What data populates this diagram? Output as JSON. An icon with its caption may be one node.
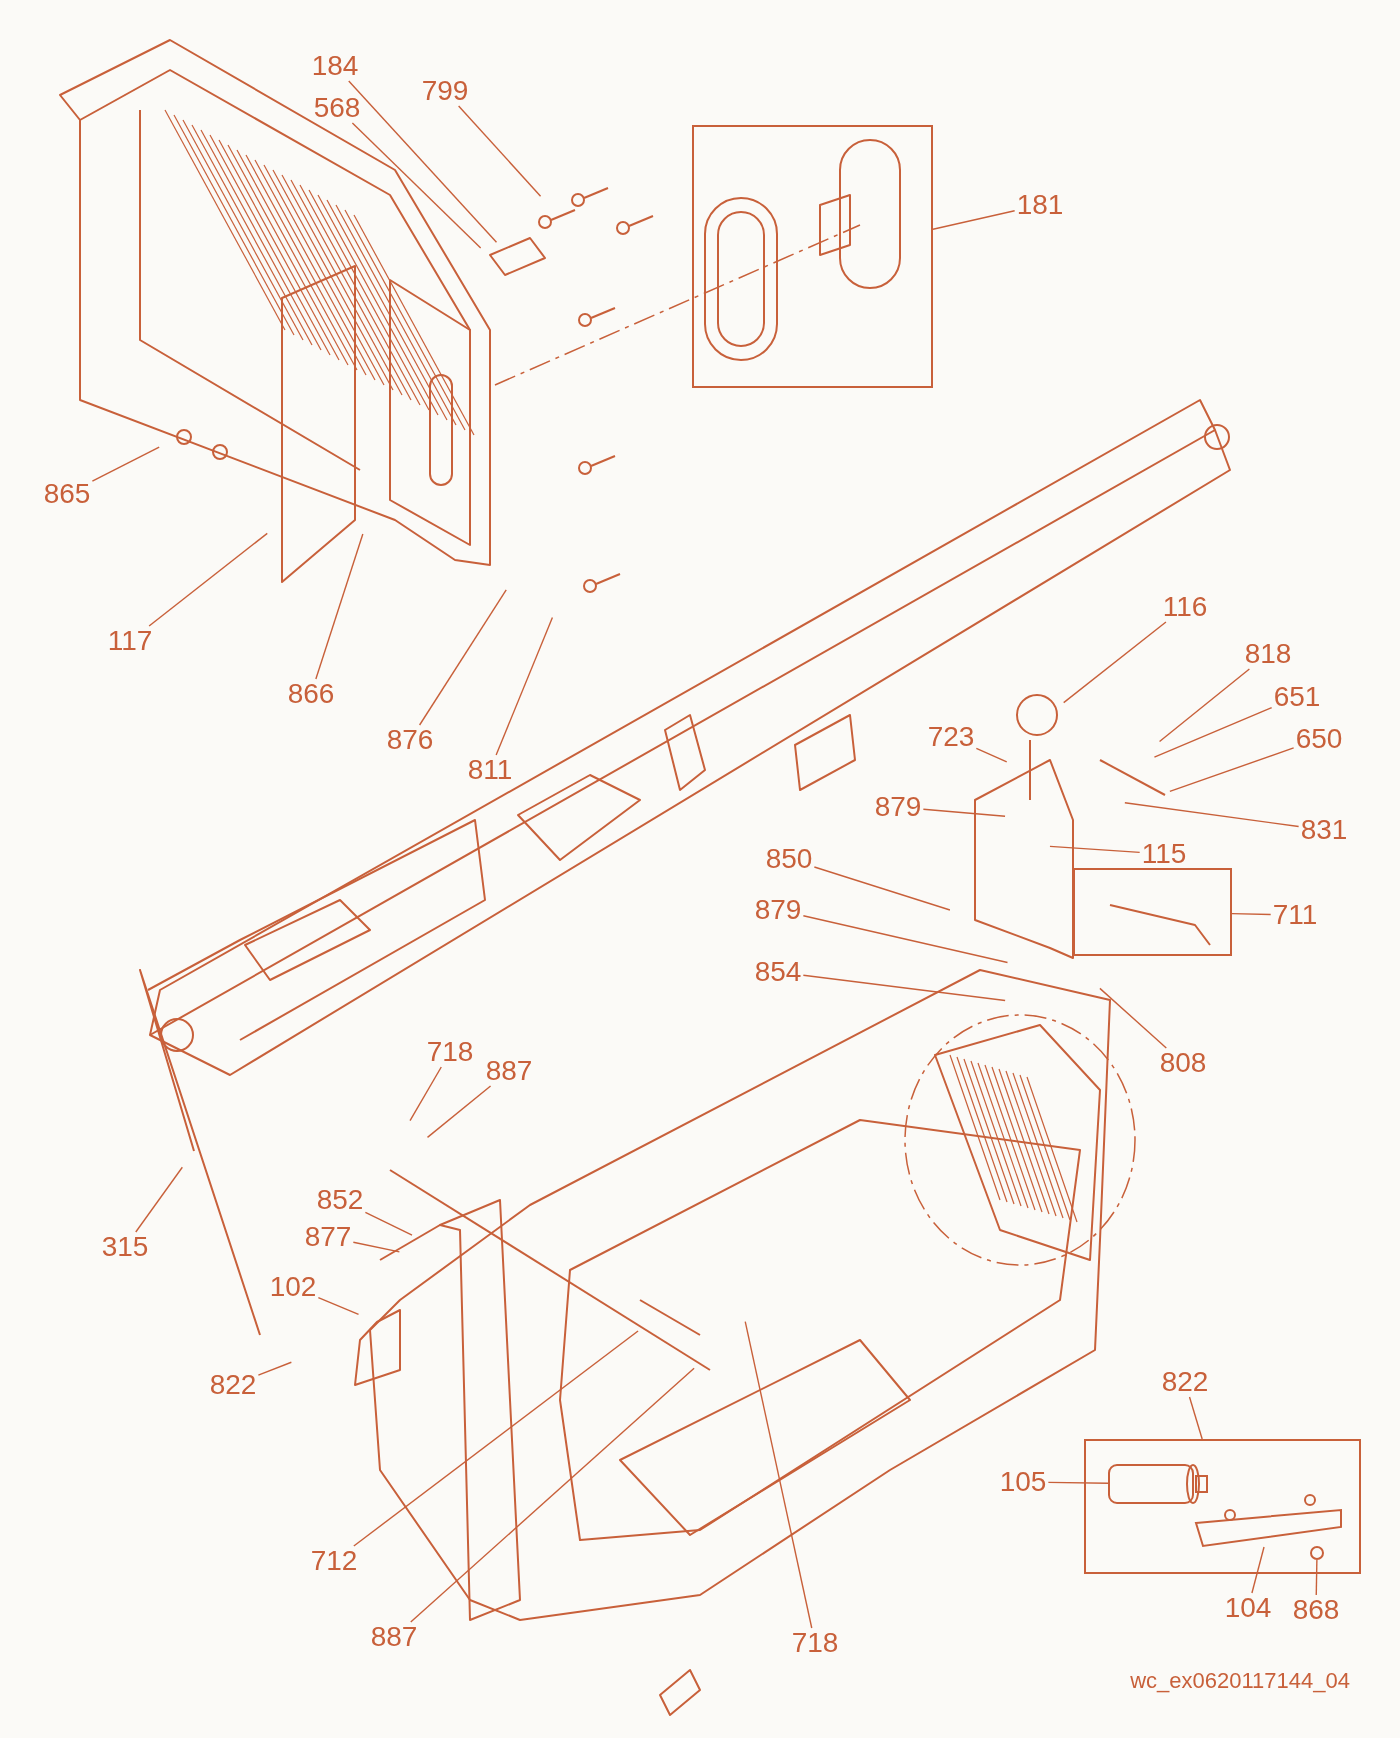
{
  "diagram": {
    "nodes": [
      {
        "text": [
          "184"
        ]
      },
      {
        "text": [
          "568"
        ]
      },
      {
        "text": [
          "799"
        ]
      },
      {
        "text": [
          "181"
        ]
      },
      {
        "text": [
          "865"
        ]
      },
      {
        "text": [
          "117"
        ]
      },
      {
        "text": [
          "866"
        ]
      },
      {
        "text": [
          "876"
        ]
      },
      {
        "text": [
          "811"
        ]
      },
      {
        "text": [
          "116"
        ]
      },
      {
        "text": [
          "818"
        ]
      },
      {
        "text": [
          "651"
        ]
      },
      {
        "text": [
          "723"
        ]
      },
      {
        "text": [
          "650"
        ]
      },
      {
        "text": [
          "879"
        ]
      },
      {
        "text": [
          "831"
        ]
      },
      {
        "text": [
          "850"
        ]
      },
      {
        "text": [
          "115"
        ]
      },
      {
        "text": [
          "879"
        ]
      },
      {
        "text": [
          "711"
        ]
      },
      {
        "text": [
          "854"
        ]
      },
      {
        "text": [
          "808"
        ]
      },
      {
        "text": [
          "718"
        ]
      },
      {
        "text": [
          "887"
        ]
      },
      {
        "text": [
          "852"
        ]
      },
      {
        "text": [
          "315"
        ]
      },
      {
        "text": [
          "877"
        ]
      },
      {
        "text": [
          "102"
        ]
      },
      {
        "text": [
          "822"
        ]
      },
      {
        "text": [
          "822"
        ]
      },
      {
        "text": [
          "105"
        ]
      },
      {
        "text": [
          "712"
        ]
      },
      {
        "text": [
          "104"
        ]
      },
      {
        "text": [
          "868"
        ]
      },
      {
        "text": [
          "887"
        ]
      },
      {
        "text": [
          "718"
        ]
      },
      {
        "text": [],
        "shape": "box"
      },
      {
        "text": [],
        "shape": "box"
      },
      {
        "text": [],
        "shape": "box"
      },
      {
        "text": [],
        "shape": "cylinder",
        "in": 38
      },
      {
        "text": [],
        "shape": "bar",
        "in": 38
      },
      {
        "text": [],
        "shape": "circle",
        "in": 38
      }
    ],
    "edges": [
      {
        "from": 0,
        "to": null,
        "arrow": "none"
      },
      {
        "from": 1,
        "to": null,
        "arrow": "none"
      },
      {
        "from": 2,
        "to": null,
        "arrow": "none"
      },
      {
        "from": 3,
        "to": 36,
        "arrow": "none"
      },
      {
        "from": 4,
        "to": null,
        "arrow": "none"
      },
      {
        "from": 5,
        "to": null,
        "arrow": "none"
      },
      {
        "from": 6,
        "to": null,
        "arrow": "none"
      },
      {
        "from": 7,
        "to": null,
        "arrow": "none"
      },
      {
        "from": 8,
        "to": null,
        "arrow": "none"
      },
      {
        "from": 9,
        "to": null,
        "arrow": "none"
      },
      {
        "from": 10,
        "to": null,
        "arrow": "none"
      },
      {
        "from": 11,
        "to": null,
        "arrow": "none"
      },
      {
        "from": 12,
        "to": null,
        "arrow": "none"
      },
      {
        "from": 13,
        "to": null,
        "arrow": "none"
      },
      {
        "from": 14,
        "to": null,
        "arrow": "none"
      },
      {
        "from": 15,
        "to": null,
        "arrow": "none"
      },
      {
        "from": 16,
        "to": null,
        "arrow": "none"
      },
      {
        "from": 17,
        "to": null,
        "arrow": "none"
      },
      {
        "from": 18,
        "to": null,
        "arrow": "none"
      },
      {
        "from": 19,
        "to": 37,
        "arrow": "none"
      },
      {
        "from": 20,
        "to": null,
        "arrow": "none"
      },
      {
        "from": 21,
        "to": null,
        "arrow": "none"
      },
      {
        "from": 22,
        "to": null,
        "arrow": "none"
      },
      {
        "from": 23,
        "to": null,
        "arrow": "none"
      },
      {
        "from": 24,
        "to": null,
        "arrow": "none"
      },
      {
        "from": 25,
        "to": null,
        "arrow": "none"
      },
      {
        "from": 26,
        "to": null,
        "arrow": "none"
      },
      {
        "from": 27,
        "to": null,
        "arrow": "none"
      },
      {
        "from": 28,
        "to": null,
        "arrow": "none"
      },
      {
        "from": 29,
        "to": 38,
        "arrow": "none"
      },
      {
        "from": 30,
        "to": 39,
        "arrow": "none"
      },
      {
        "from": 31,
        "to": null,
        "arrow": "none"
      },
      {
        "from": 32,
        "to": 40,
        "arrow": "none"
      },
      {
        "from": 33,
        "to": 41,
        "arrow": "none"
      },
      {
        "from": 34,
        "to": null,
        "arrow": "none"
      },
      {
        "from": 35,
        "to": null,
        "arrow": "none"
      }
    ],
    "labels": [
      "wc_ex0620117144_04"
    ]
  }
}
